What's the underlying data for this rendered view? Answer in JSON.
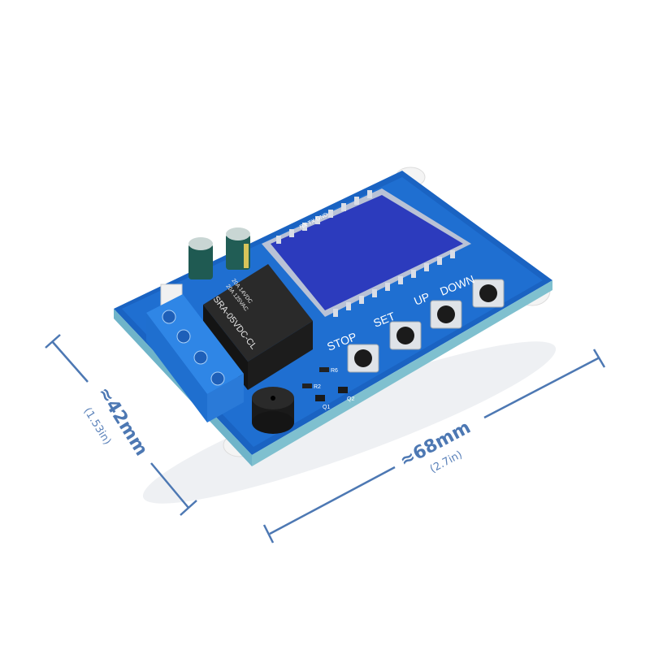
{
  "product": {
    "name": "Relay timer control module with LCD display"
  },
  "dimensions": {
    "height": {
      "label": "≈42mm",
      "sub": "(1.53in)"
    },
    "width": {
      "label": "≈68mm",
      "sub": "(2.7in)"
    }
  },
  "buttons": [
    {
      "label": "STOP"
    },
    {
      "label": "SET"
    },
    {
      "label": "UP"
    },
    {
      "label": "DOWN"
    }
  ],
  "relay": {
    "model": "SRA-05VDC-CL",
    "rating1": "20A 14VDC",
    "rating2": "20A 125VAC"
  },
  "silkscreen": {
    "header": "RX TX GND",
    "r6": "R6",
    "r2": "R2",
    "q1": "Q1",
    "q2": "Q2"
  },
  "colors": {
    "pcb": "#1f6fd1",
    "pcb_dark": "#0f4fa8",
    "lcd": "#2c3bbd",
    "terminal": "#2f86e6",
    "dimension": "#4d78b3",
    "background": "#ffffff"
  }
}
